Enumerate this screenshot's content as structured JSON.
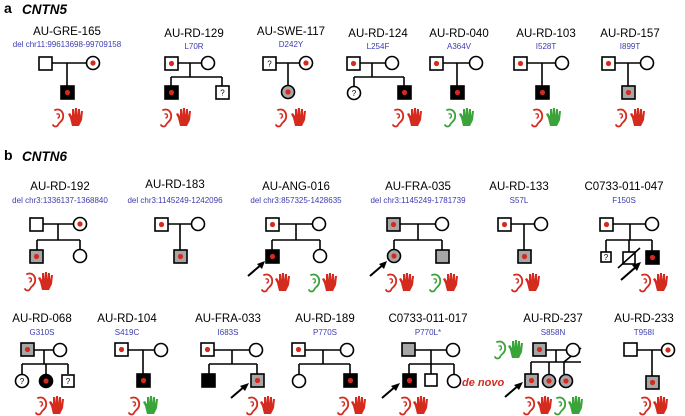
{
  "figure": {
    "panel_a": {
      "letter": "a",
      "gene": "CNTN5"
    },
    "panel_b": {
      "letter": "b",
      "gene": "CNTN6"
    }
  },
  "families_a": [
    {
      "id": "AU-GRE-165",
      "variant": "del chr11:99613698-99709158"
    },
    {
      "id": "AU-RD-129",
      "variant": "L70R"
    },
    {
      "id": "AU-SWE-117",
      "variant": "D242Y"
    },
    {
      "id": "AU-RD-124",
      "variant": "L254F"
    },
    {
      "id": "AU-RD-040",
      "variant": "A364V"
    },
    {
      "id": "AU-RD-103",
      "variant": "I528T"
    },
    {
      "id": "AU-RD-157",
      "variant": "I899T"
    }
  ],
  "families_b1": [
    {
      "id": "AU-RD-192",
      "variant": "del chr3:1336137-1368840"
    },
    {
      "id": "AU-RD-183",
      "variant": "del chr3:1145249-1242096"
    },
    {
      "id": "AU-ANG-016",
      "variant": "del chr3:857325-1428635"
    },
    {
      "id": "AU-FRA-035",
      "variant": "del chr3:1145249-1781739"
    },
    {
      "id": "AU-RD-133",
      "variant": "S57L"
    },
    {
      "id": "C0733-011-047",
      "variant": "F150S"
    }
  ],
  "families_b2": [
    {
      "id": "AU-RD-068",
      "variant": "G310S"
    },
    {
      "id": "AU-RD-104",
      "variant": "S419C"
    },
    {
      "id": "AU-FRA-033",
      "variant": "I683S"
    },
    {
      "id": "AU-RD-189",
      "variant": "P770S"
    },
    {
      "id": "C0733-011-017",
      "variant": "P770L*"
    },
    {
      "id": "AU-RD-237",
      "variant": "S858N"
    },
    {
      "id": "AU-RD-233",
      "variant": "T958I"
    }
  ],
  "annotations": {
    "de_novo": "de novo",
    "unknown_mark": "?"
  },
  "legend_colors": {
    "red": "#d52a1e",
    "green": "#3aa33a",
    "gray": "#a6a6a6",
    "variant_text": "#3b3bb0"
  },
  "icons": [
    "ear-icon",
    "hand-icon",
    "proband-arrow-icon",
    "carrier-dot-icon"
  ]
}
